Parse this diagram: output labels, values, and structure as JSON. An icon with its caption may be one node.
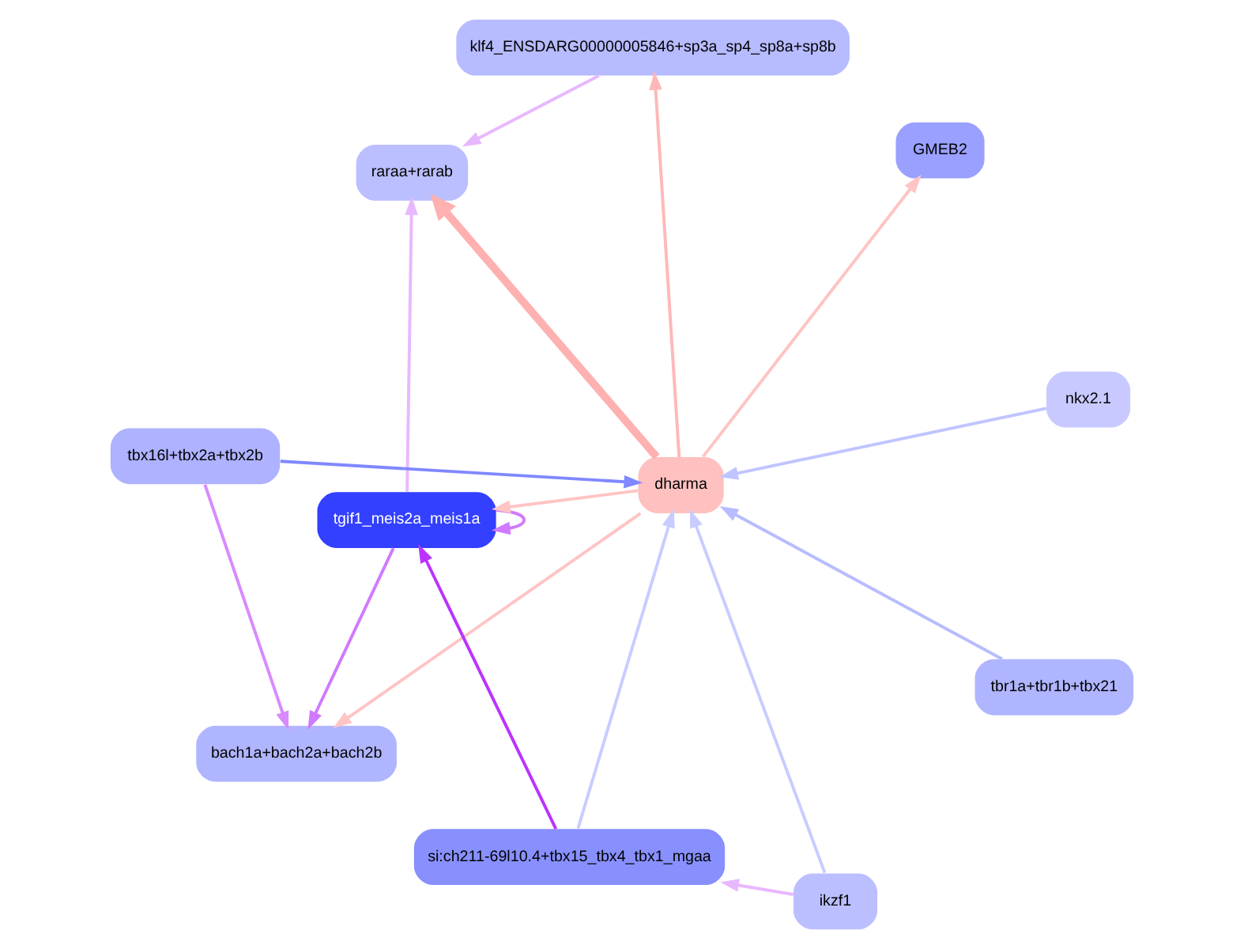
{
  "diagram": {
    "nodes": [
      {
        "text": [
          "raraa+rarab"
        ]
      },
      {
        "text": [
          "GMEB2"
        ]
      },
      {
        "text": [
          "bach1a+bach2a+bach2b"
        ]
      },
      {
        "text": [
          "klf4_ENSDARG00000005846+sp3a_sp4_sp8a+sp8b"
        ]
      },
      {
        "text": [
          "tgif1_meis2a_meis1a"
        ]
      },
      {
        "text": [
          "dharma"
        ]
      },
      {
        "text": [
          "si:ch211-69l10.4+tbx15_tbx4_tbx1_mgaa"
        ]
      },
      {
        "text": [
          "nkx2.1"
        ]
      },
      {
        "text": [
          "tbx16l+tbx2a+tbx2b"
        ]
      },
      {
        "text": [
          "ikzf1"
        ]
      },
      {
        "text": [
          "tbr1a+tbr1b+tbx21"
        ]
      }
    ],
    "edges": [
      {
        "from": 3,
        "to": 0,
        "arrow": "to",
        "color": "#e8b8ff"
      },
      {
        "from": 5,
        "to": 0,
        "arrow": "to",
        "color": "#ffb0b0",
        "style": "thick"
      },
      {
        "from": 4,
        "to": 0,
        "arrow": "to",
        "color": "#e8b8ff"
      },
      {
        "from": 5,
        "to": 1,
        "arrow": "to",
        "color": "#ffc4c4"
      },
      {
        "from": 5,
        "to": 2,
        "arrow": "to",
        "color": "#ffc4c4"
      },
      {
        "from": 8,
        "to": 2,
        "arrow": "to",
        "color": "#d88aff"
      },
      {
        "from": 4,
        "to": 2,
        "arrow": "to",
        "color": "#d07aff"
      },
      {
        "from": 5,
        "to": 3,
        "arrow": "to",
        "color": "#ffb8b8"
      },
      {
        "from": 5,
        "to": 4,
        "arrow": "to",
        "color": "#ffc4c4"
      },
      {
        "from": 6,
        "to": 4,
        "arrow": "to",
        "color": "#bb33ff"
      },
      {
        "from": 4,
        "to": 4,
        "arrow": "to",
        "color": "#d07aff"
      },
      {
        "from": 6,
        "to": 5,
        "arrow": "to",
        "color": "#c8ccff"
      },
      {
        "from": 8,
        "to": 5,
        "arrow": "to",
        "color": "#8088ff"
      },
      {
        "from": 10,
        "to": 5,
        "arrow": "to",
        "color": "#b8bcff"
      },
      {
        "from": 9,
        "to": 5,
        "arrow": "to",
        "color": "#c8ccff"
      },
      {
        "from": 7,
        "to": 5,
        "arrow": "to",
        "color": "#c0c4ff"
      },
      {
        "from": 9,
        "to": 6,
        "arrow": "to",
        "color": "#e8b8ff"
      }
    ]
  }
}
